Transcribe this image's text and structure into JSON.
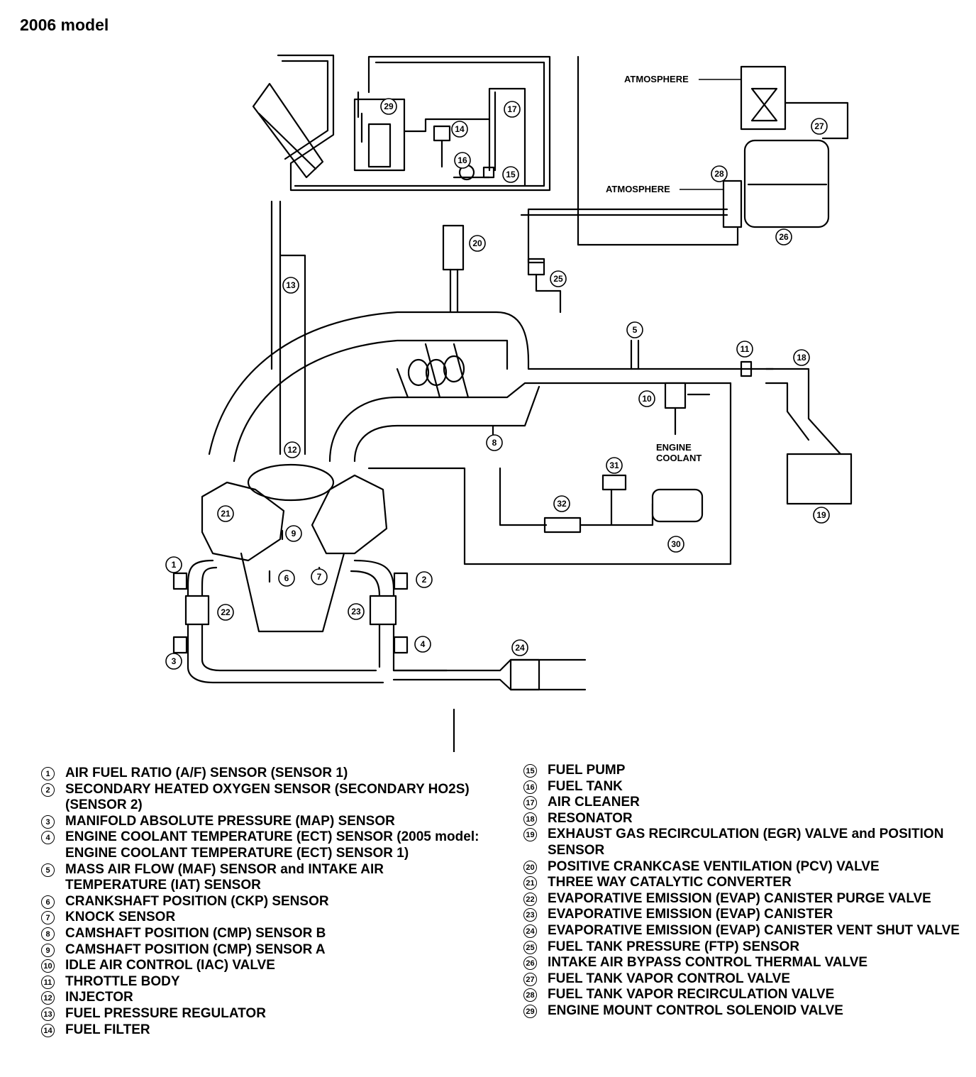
{
  "page": {
    "title": "2006 model"
  },
  "diagram": {
    "labels": {
      "atmosphere": "ATMOSPHERE",
      "engine_coolant_1": "ENGINE",
      "engine_coolant_2": "COOLANT"
    },
    "callouts": [
      "1",
      "2",
      "3",
      "4",
      "5",
      "6",
      "7",
      "8",
      "9",
      "10",
      "11",
      "12",
      "13",
      "14",
      "15",
      "16",
      "17",
      "18",
      "19",
      "20",
      "21",
      "22",
      "23",
      "24",
      "25",
      "26",
      "27",
      "28",
      "29",
      "30",
      "31",
      "32"
    ]
  },
  "legend": {
    "left": [
      {
        "num": "1",
        "text": "AIR FUEL RATIO (A/F) SENSOR (SENSOR 1)"
      },
      {
        "num": "2",
        "text": "SECONDARY HEATED OXYGEN SENSOR (SECONDARY HO2S) (SENSOR 2)"
      },
      {
        "num": "3",
        "text": "MANIFOLD ABSOLUTE PRESSURE (MAP) SENSOR"
      },
      {
        "num": "4",
        "text": "ENGINE COOLANT TEMPERATURE (ECT) SENSOR (2005 model: ENGINE COOLANT TEMPERATURE (ECT) SENSOR 1)"
      },
      {
        "num": "5",
        "text": "MASS AIR FLOW (MAF) SENSOR and INTAKE AIR TEMPERATURE (IAT) SENSOR"
      },
      {
        "num": "6",
        "text": "CRANKSHAFT POSITION (CKP) SENSOR"
      },
      {
        "num": "7",
        "text": "KNOCK SENSOR"
      },
      {
        "num": "8",
        "text": "CAMSHAFT POSITION (CMP) SENSOR B"
      },
      {
        "num": "9",
        "text": "CAMSHAFT POSITION (CMP) SENSOR A"
      },
      {
        "num": "10",
        "text": "IDLE AIR CONTROL (IAC) VALVE"
      },
      {
        "num": "11",
        "text": "THROTTLE BODY"
      },
      {
        "num": "12",
        "text": "INJECTOR"
      },
      {
        "num": "13",
        "text": "FUEL PRESSURE REGULATOR"
      },
      {
        "num": "14",
        "text": "FUEL FILTER"
      }
    ],
    "right": [
      {
        "num": "15",
        "text": "FUEL PUMP"
      },
      {
        "num": "16",
        "text": "FUEL TANK"
      },
      {
        "num": "17",
        "text": "AIR CLEANER"
      },
      {
        "num": "18",
        "text": "RESONATOR"
      },
      {
        "num": "19",
        "text": "EXHAUST GAS RECIRCULATION (EGR) VALVE and POSITION SENSOR"
      },
      {
        "num": "20",
        "text": "POSITIVE CRANKCASE VENTILATION (PCV) VALVE"
      },
      {
        "num": "21",
        "text": "THREE WAY CATALYTIC CONVERTER"
      },
      {
        "num": "22",
        "text": "EVAPORATIVE EMISSION (EVAP) CANISTER PURGE VALVE"
      },
      {
        "num": "23",
        "text": "EVAPORATIVE EMISSION (EVAP) CANISTER"
      },
      {
        "num": "24",
        "text": "EVAPORATIVE EMISSION (EVAP) CANISTER VENT SHUT VALVE"
      },
      {
        "num": "25",
        "text": "FUEL TANK PRESSURE (FTP) SENSOR"
      },
      {
        "num": "26",
        "text": "INTAKE AIR BYPASS CONTROL THERMAL VALVE"
      },
      {
        "num": "27",
        "text": "FUEL TANK VAPOR CONTROL VALVE"
      },
      {
        "num": "28",
        "text": "FUEL TANK VAPOR RECIRCULATION VALVE"
      },
      {
        "num": "29",
        "text": "ENGINE MOUNT CONTROL SOLENOID VALVE"
      }
    ]
  }
}
